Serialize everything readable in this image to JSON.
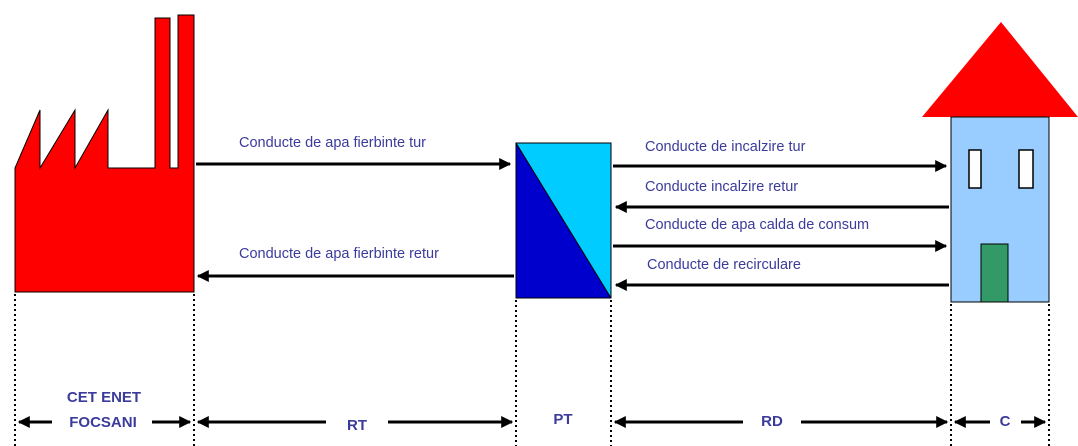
{
  "labels": {
    "hot_supply": "Conducte de apa fierbinte tur",
    "hot_return": "Conducte de apa fierbinte retur",
    "heat_supply": "Conducte de incalzire tur",
    "heat_return": "Conducte incalzire retur",
    "dhw": "Conducte de apa calda  de consum",
    "recirc": "Conducte de recirculare"
  },
  "segments": {
    "cet_line1": "CET ENET",
    "cet_line2": "FOCSANI",
    "rt": "RT",
    "pt": "PT",
    "rd": "RD",
    "c": "C"
  },
  "colors": {
    "factory": "#ff0000",
    "exchanger_top": "#00ccff",
    "exchanger_bottom": "#0000cc",
    "house_wall": "#99ccff",
    "house_roof": "#ff0000",
    "door": "#339966",
    "text": "#3b3b9c",
    "lines": "#000000"
  }
}
